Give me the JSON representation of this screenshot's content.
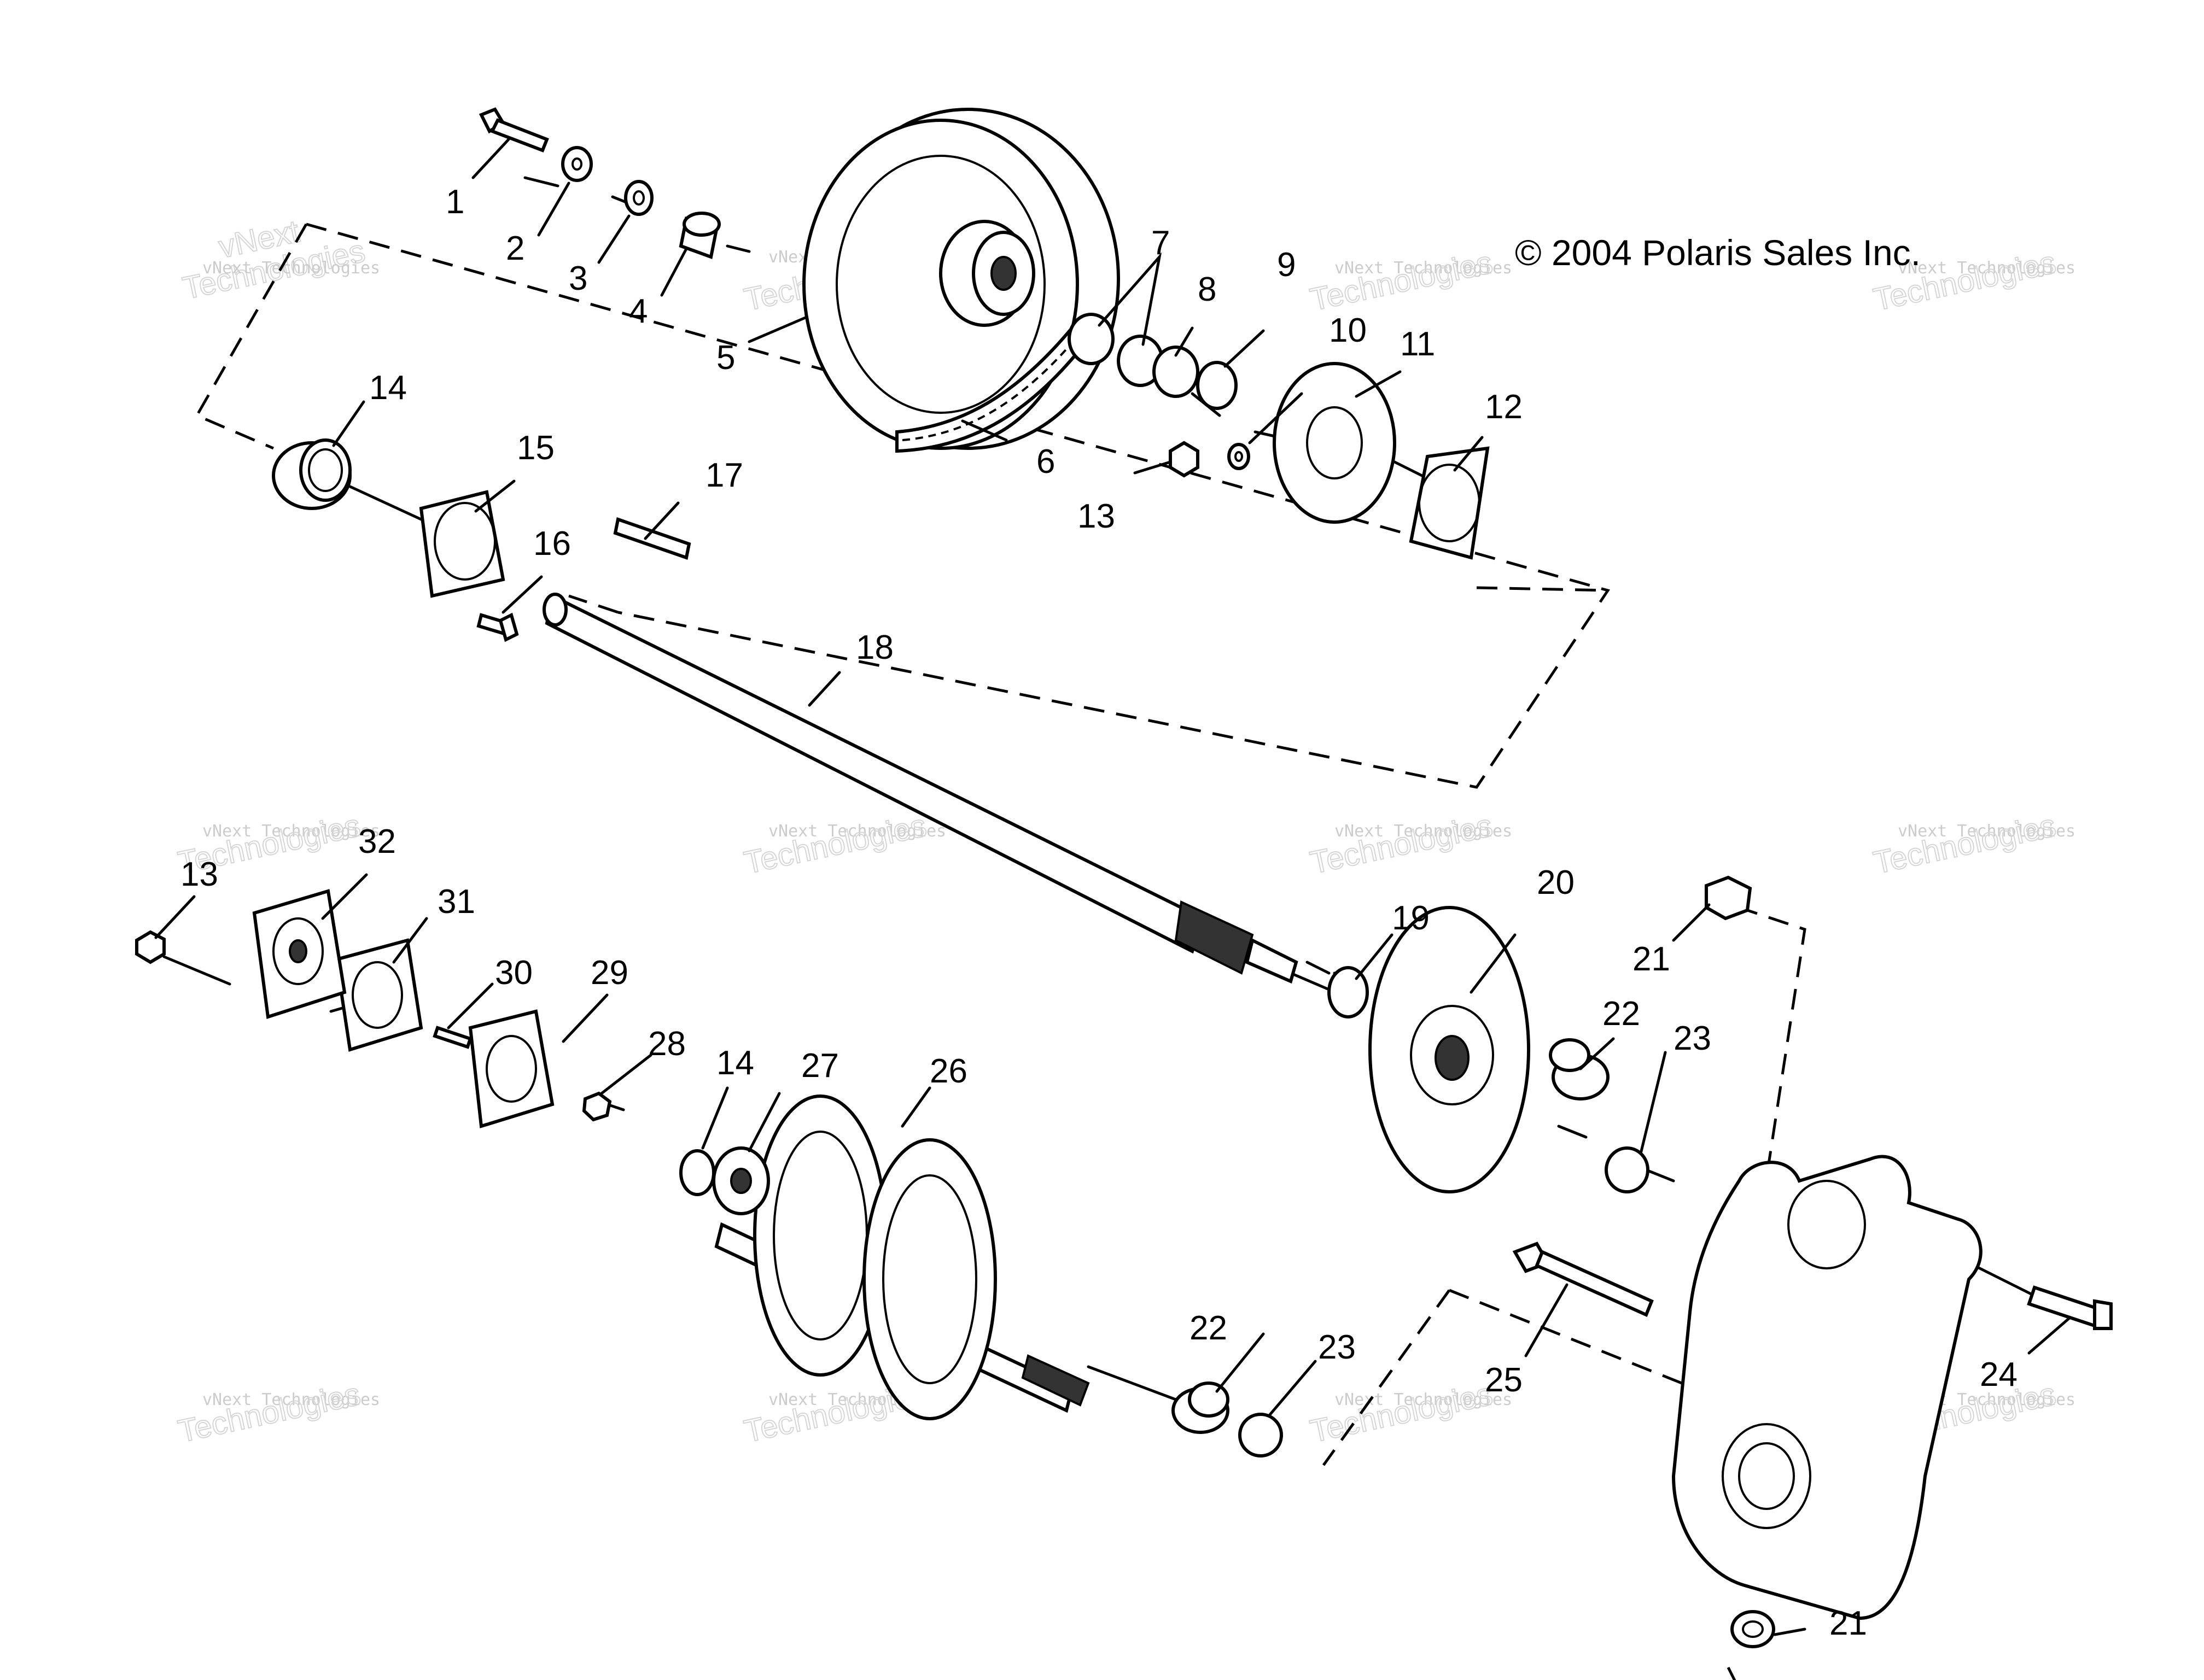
{
  "copyright": "© 2004 Polaris Sales Inc.",
  "watermark": {
    "line1": "vNext Technologies",
    "line2": "Technologies",
    "line3": "vNext"
  },
  "callouts": [
    "1",
    "2",
    "3",
    "4",
    "5",
    "6",
    "7",
    "8",
    "9",
    "10",
    "11",
    "12",
    "13",
    "14",
    "15",
    "16",
    "17",
    "18",
    "19",
    "20",
    "21",
    "22",
    "23",
    "24",
    "25",
    "26",
    "27",
    "28",
    "29",
    "30",
    "31",
    "32"
  ]
}
